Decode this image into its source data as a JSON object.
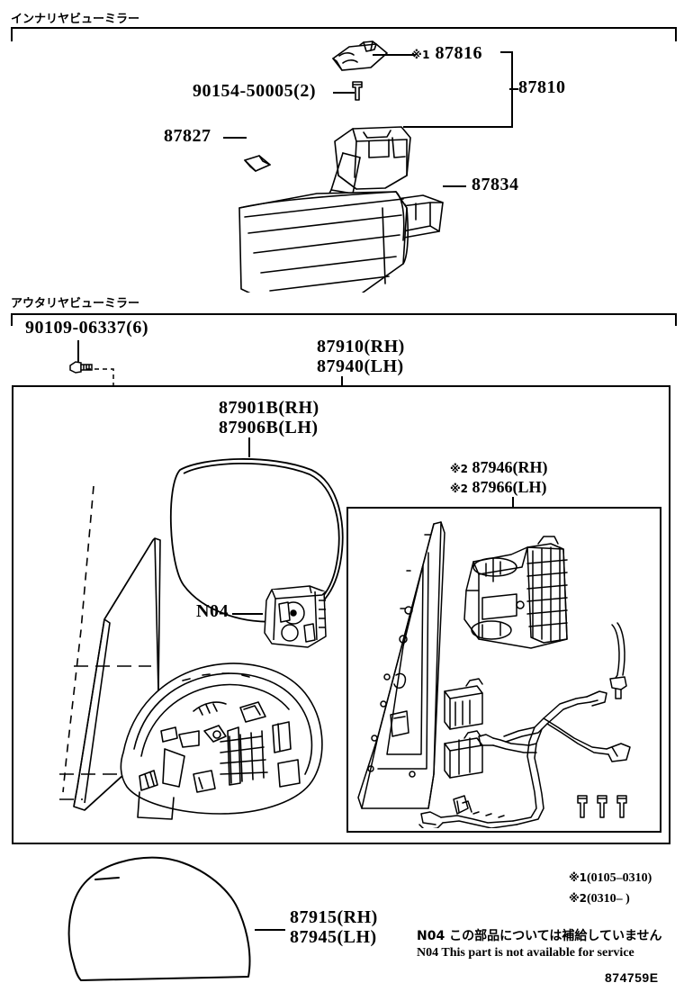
{
  "diagram": {
    "id": "874759E",
    "sections": [
      {
        "title_jp": "インナリヤビューミラー",
        "name": "inner-rear-view-mirror"
      },
      {
        "title_jp": "アウタリヤビューミラー",
        "name": "outer-rear-view-mirror"
      }
    ]
  },
  "callouts": {
    "inner": [
      {
        "id": "c-87816",
        "ref": "※1",
        "number": "87816",
        "name": "callout-87816"
      },
      {
        "id": "c-87810",
        "ref": "",
        "number": "87810",
        "name": "callout-87810"
      },
      {
        "id": "c-90154",
        "ref": "",
        "number": "90154-50005(2)",
        "name": "callout-90154-50005"
      },
      {
        "id": "c-87827",
        "ref": "",
        "number": "87827",
        "name": "callout-87827"
      },
      {
        "id": "c-87834",
        "ref": "",
        "number": "87834",
        "name": "callout-87834"
      }
    ],
    "outer": [
      {
        "id": "c-90109",
        "ref": "",
        "number": "90109-06337(6)",
        "name": "callout-90109-06337"
      },
      {
        "id": "c-87910",
        "ref": "",
        "number": "87910(RH)",
        "name": "callout-87910-rh"
      },
      {
        "id": "c-87940",
        "ref": "",
        "number": "87940(LH)",
        "name": "callout-87940-lh"
      },
      {
        "id": "c-87901B",
        "ref": "",
        "number": "87901B(RH)",
        "name": "callout-87901b-rh"
      },
      {
        "id": "c-87906B",
        "ref": "",
        "number": "87906B(LH)",
        "name": "callout-87906b-lh"
      },
      {
        "id": "c-87946",
        "ref": "※2",
        "number": "87946(RH)",
        "name": "callout-87946-rh"
      },
      {
        "id": "c-87966",
        "ref": "※2",
        "number": "87966(LH)",
        "name": "callout-87966-lh"
      },
      {
        "id": "c-N04",
        "ref": "",
        "number": "N04",
        "name": "callout-n04"
      },
      {
        "id": "c-87915",
        "ref": "",
        "number": "87915(RH)",
        "name": "callout-87915-rh"
      },
      {
        "id": "c-87945",
        "ref": "",
        "number": "87945(LH)",
        "name": "callout-87945-lh"
      }
    ]
  },
  "footnotes": {
    "date_ranges": [
      {
        "ref": "※1",
        "range": "(0105–0310)"
      },
      {
        "ref": "※2",
        "range": "(0310–      )"
      }
    ],
    "n04_jp": "N04 この部品については補給していません",
    "n04_en": "N04 This part is not available for service"
  },
  "colors": {
    "ink": "#000000",
    "paper": "#ffffff"
  }
}
